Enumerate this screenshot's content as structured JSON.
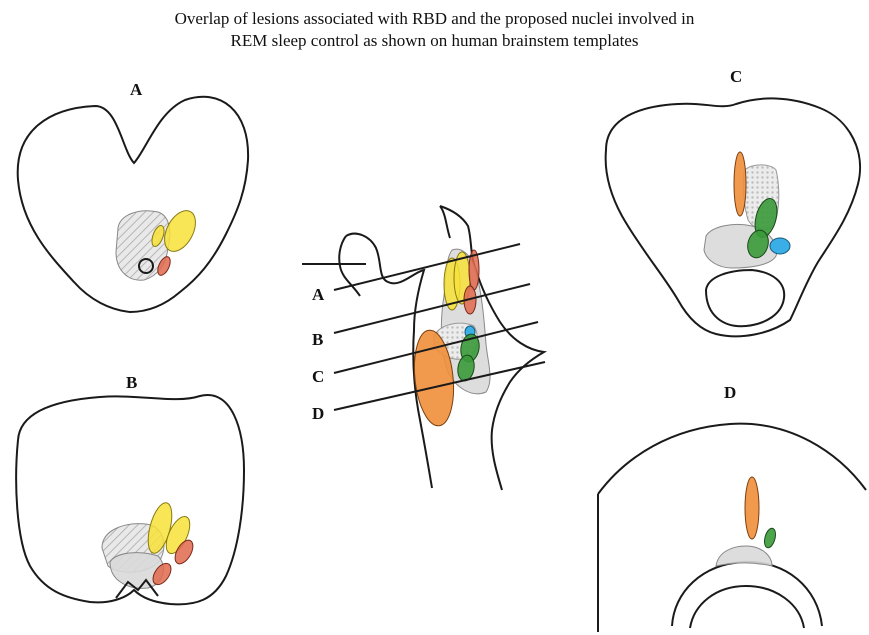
{
  "title": {
    "line1": "Overlap of lesions associated with RBD and the proposed nuclei involved in",
    "line2": "REM sleep control as shown on human brainstem templates"
  },
  "panels": {
    "a": "A",
    "b": "B",
    "c": "C",
    "d": "D"
  },
  "sagittal_levels": [
    "A",
    "B",
    "C",
    "D"
  ],
  "colors": {
    "outline": "#1a1a1a",
    "yellow": "#f7e23a",
    "red": "#e0694c",
    "orange": "#ef8f3a",
    "green": "#3a9a3a",
    "blue": "#3aaee6",
    "lesion_grey": "#d9d9d9"
  }
}
